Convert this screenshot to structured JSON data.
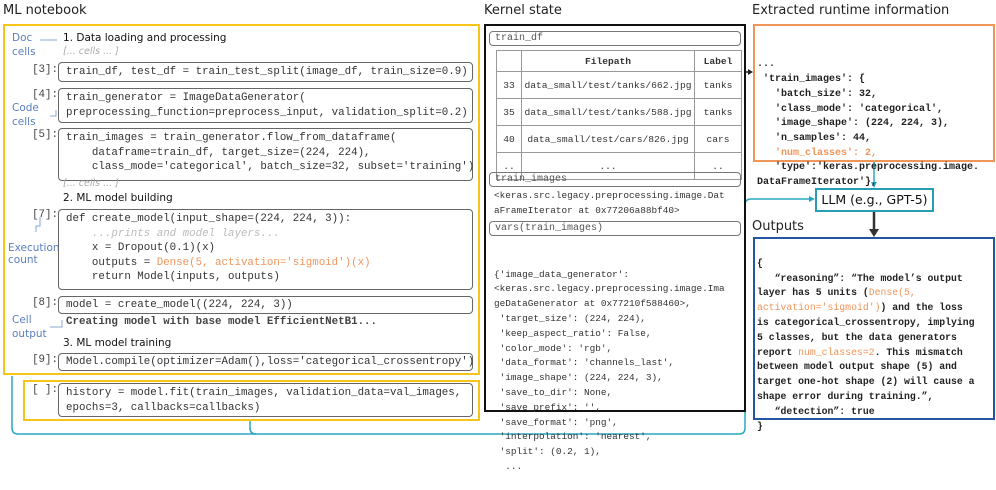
{
  "notebook": {
    "title": "ML notebook",
    "annotations": {
      "doc_cells": [
        "Doc",
        "cells"
      ],
      "code_cells": [
        "Code",
        "cells"
      ],
      "execution_count": [
        "Execution",
        "count"
      ],
      "cell_output": [
        "Cell",
        "output"
      ]
    },
    "headings": [
      "1. Data loading and processing",
      "2. ML model building",
      "3. ML model training"
    ],
    "placeholder": "[... cells ... ]",
    "cells": [
      {
        "count": "[3]:",
        "lines": [
          "train_df, test_df = train_test_split(image_df, train_size=0.9)"
        ]
      },
      {
        "count": "[4]:",
        "lines": [
          "train_generator = ImageDataGenerator(",
          "preprocessing_function=preprocess_input, validation_split=0.2)"
        ]
      },
      {
        "count": "[5]:",
        "lines": [
          "train_images = train_generator.flow_from_dataframe(",
          "    dataframe=train_df, target_size=(224, 224),",
          "    class_mode='categorical', batch_size=32, subset='training')"
        ]
      },
      {
        "count": "[7]:",
        "lines": [
          "def create_model(input_shape=(224, 224, 3)):",
          "    ...prints and model layers...",
          "    x = Dropout(0.1)(x)",
          "    outputs = ",
          "Dense(5, activation='sigmoid')(x)",
          "    return Model(inputs, outputs)"
        ]
      },
      {
        "count": "[8]:",
        "lines": [
          "model = create_model((224, 224, 3))"
        ],
        "output": "Creating model with base model EfficientNetB1..."
      },
      {
        "count": "[9]:",
        "lines": [
          "Model.compile(optimizer=Adam(),loss='categorical_crossentropy')"
        ]
      },
      {
        "count": "[ ]:",
        "lines": [
          "history = model.fit(train_images, validation_data=val_images,",
          "epochs=3, callbacks=callbacks)"
        ]
      }
    ]
  },
  "kernel": {
    "title": "Kernel state",
    "train_df": {
      "label": "train_df",
      "headers": [
        "",
        "Filepath",
        "Label"
      ],
      "rows": [
        [
          "33",
          "data_small/test/tanks/662.jpg",
          "tanks"
        ],
        [
          "35",
          "data_small/test/tanks/588.jpg",
          "tanks"
        ],
        [
          "40",
          "data_small/test/cars/826.jpg",
          "cars"
        ],
        [
          "..",
          "...",
          ".."
        ]
      ]
    },
    "train_images": {
      "label": "train_images",
      "lines": [
        "<keras.src.legacy.preprocessing.image.Dat",
        "aFrameIterator at 0x77206a88bf40>"
      ]
    },
    "vars": {
      "label": "vars(train_images)",
      "lines": [
        "{'image_data_generator':",
        "<keras.src.legacy.preprocessing.image.Ima",
        "geDataGenerator at 0x77210f588460>,",
        " 'target_size': (224, 224),",
        " 'keep_aspect_ratio': False,",
        " 'color_mode': 'rgb',",
        " 'data_format': 'channels_last',",
        " 'image_shape': (224, 224, 3),",
        " 'save_to_dir': None,",
        " 'save_prefix': '',",
        " 'save_format': 'png',",
        " 'interpolation': 'nearest',",
        " 'split': (0.2, 1),",
        "  ..."
      ]
    }
  },
  "extracted": {
    "title": "Extracted runtime information",
    "lines": [
      "...",
      " 'train_images': {",
      "   'batch_size': 32,",
      "   'class_mode': 'categorical',",
      "   'image_shape': (224, 224, 3),",
      "   'n_samples': 44,",
      "   'num_classes': 2,",
      "   'type':'keras.preprocessing.image.",
      "DataFrameIterator'},"
    ]
  },
  "llm": {
    "label": "LLM (e.g., GPT-5)"
  },
  "outputs": {
    "title": "Outputs",
    "lines": [
      "{",
      "   “reasoning”: “The model’s output",
      "layer has 5 units (",
      "Dense(5,",
      "activation='sigmoid')",
      ") and the loss",
      "is categorical_crossentropy, implying",
      "5 classes, but the data generators",
      "report ",
      "num_classes=2",
      ". This mismatch",
      "between model output shape (5) and",
      "target one-hot shape (2) will cause a",
      "shape error during training.”,",
      "   “detection”: true",
      "}"
    ]
  },
  "colors": {
    "notebook": "#f5c518",
    "extracted": "#f0955a",
    "llm": "#2a9bb5",
    "outputs": "#2255a4",
    "highlight": "#f0955a"
  }
}
